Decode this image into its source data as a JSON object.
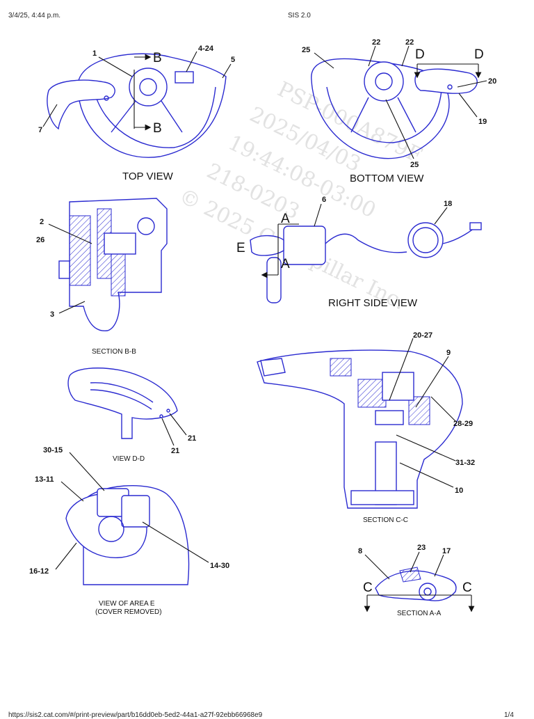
{
  "header": {
    "datetime": "3/4/25, 4:44 p.m.",
    "app": "SIS 2.0"
  },
  "footer": {
    "url": "https://sis2.cat.com/#/print-preview/part/b16dd0eb-5ed2-44a1-a27f-92ebb66968e9",
    "page": "1/4"
  },
  "watermark": [
    "PSP-000A879F",
    "2025/04/03",
    "19:44:08-03:00",
    "218-0203",
    "© 2025 Caterpillar Inc."
  ],
  "views": {
    "top": {
      "caption": "TOP VIEW",
      "callouts": [
        "1",
        "4-24",
        "5",
        "7"
      ],
      "section_letters": [
        "B",
        "B"
      ]
    },
    "bottom": {
      "caption": "BOTTOM VIEW",
      "callouts": [
        "25",
        "22",
        "22",
        "20",
        "19",
        "25"
      ],
      "section_letters": [
        "D",
        "D"
      ]
    },
    "section_bb": {
      "caption": "SECTION B-B",
      "callouts": [
        "2",
        "26",
        "3"
      ]
    },
    "right_side": {
      "caption": "RIGHT SIDE VIEW",
      "callouts": [
        "6",
        "18"
      ],
      "section_letters": [
        "A",
        "A",
        "E"
      ]
    },
    "section_cc": {
      "caption": "SECTION C-C",
      "callouts": [
        "20-27",
        "9",
        "28-29",
        "31-32",
        "10"
      ]
    },
    "view_dd": {
      "caption": "VIEW D-D",
      "callouts": [
        "21",
        "21"
      ]
    },
    "area_e": {
      "caption_line1": "VIEW OF AREA E",
      "caption_line2": "(COVER REMOVED)",
      "callouts": [
        "30-15",
        "13-11",
        "16-12",
        "14-30"
      ]
    },
    "section_aa": {
      "caption": "SECTION A-A",
      "callouts": [
        "8",
        "23",
        "17"
      ],
      "section_letters": [
        "C",
        "C"
      ]
    }
  }
}
